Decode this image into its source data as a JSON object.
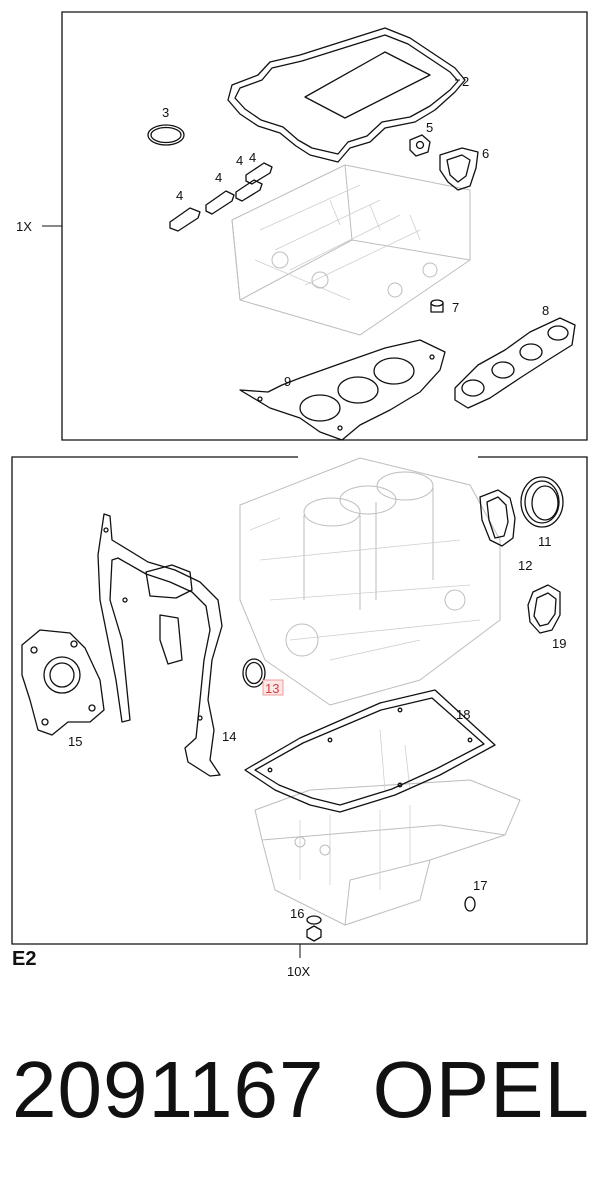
{
  "diagram": {
    "group_upper_qty": "1X",
    "group_lower_qty": "10X",
    "section_code": "E2",
    "callouts": [
      "2",
      "3",
      "4",
      "4",
      "4",
      "4",
      "5",
      "6",
      "7",
      "8",
      "9",
      "11",
      "12",
      "13",
      "14",
      "15",
      "16",
      "17",
      "18",
      "19"
    ]
  },
  "footer": {
    "part_number": "2091167",
    "brand": "OPEL"
  },
  "colors": {
    "ink": "#111111",
    "ghost_lines": "#bdbdbd",
    "highlight_fill": "#fde7e7",
    "highlight_stroke": "#ee8888"
  }
}
